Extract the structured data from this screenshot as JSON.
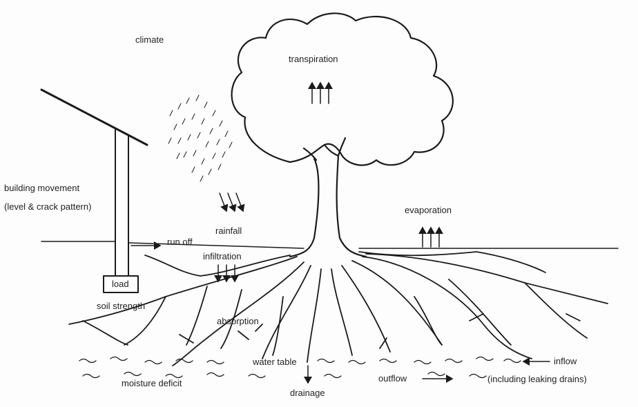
{
  "labels": {
    "climate": "climate",
    "transpiration": "transpiration",
    "building_movement": "building movement",
    "crack_pattern": "(level & crack pattern)",
    "evaporation": "evaporation",
    "rainfall": "rainfall",
    "run_off": "run off",
    "infiltration": "infiltration",
    "load": "load",
    "soil_strength": "soil strength",
    "absorption": "absorption",
    "water_table": "water table",
    "inflow": "inflow",
    "leaking_drains": "(including leaking drains)",
    "moisture_deficit": "moisture deficit",
    "outflow": "outflow",
    "drainage": "drainage"
  }
}
